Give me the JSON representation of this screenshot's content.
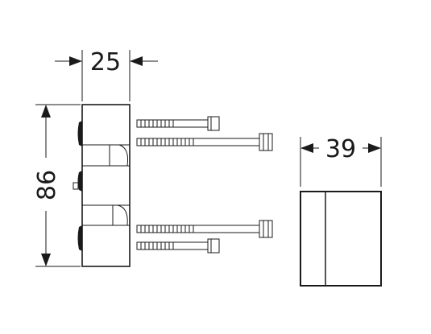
{
  "dimensions": {
    "width_top": "25",
    "height_left": "86",
    "width_right": "39"
  },
  "colors": {
    "line": "#1a1a1a",
    "shade": "#d9d9d9",
    "background": "#ffffff"
  }
}
